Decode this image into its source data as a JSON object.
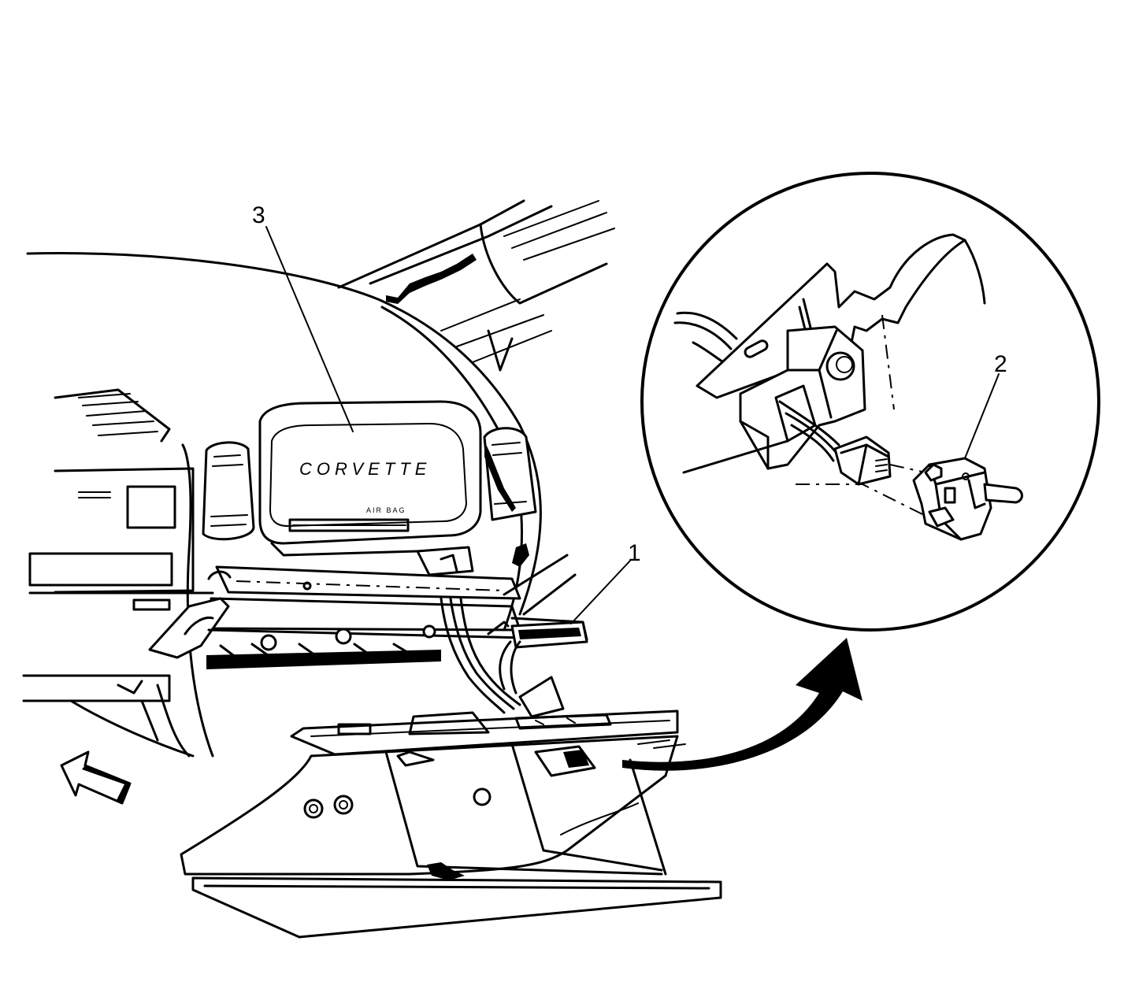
{
  "callouts": {
    "c1": "1",
    "c2": "2",
    "c3": "3"
  },
  "airbag": {
    "brand": "CORVETTE",
    "label": "AIR BAG"
  },
  "icons": {
    "direction_arrow": "view-direction-arrow-icon",
    "detail_arrow": "curved-arrow-icon"
  },
  "colors": {
    "line": "#000000",
    "background": "#ffffff"
  }
}
